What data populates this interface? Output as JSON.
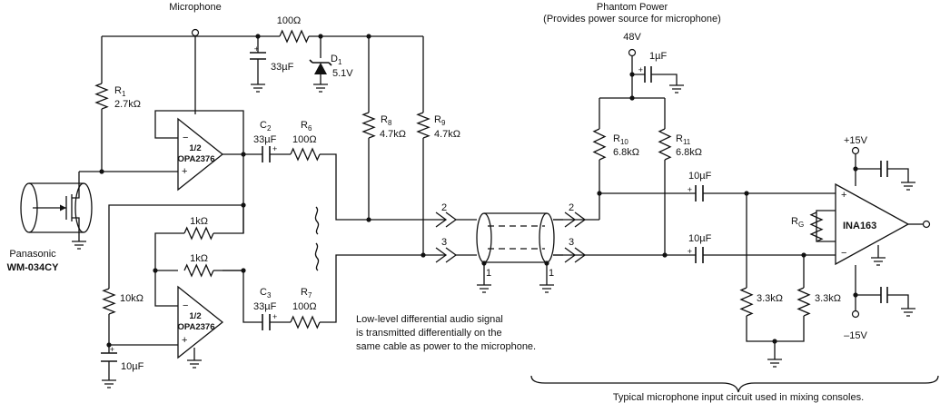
{
  "headers": {
    "microphone": "Microphone",
    "phantom_power": "Phantom Power",
    "phantom_power_sub": "(Provides power source for microphone)"
  },
  "mic": {
    "maker": "Panasonic",
    "model": "WM-034CY"
  },
  "supplies": {
    "phantom": "48V",
    "pos": "+15V",
    "neg": "–15V"
  },
  "components": {
    "r_top_value": "100Ω",
    "c_33_value": "33µF",
    "d1_ref": "D",
    "d1_sub": "1",
    "d1_value": "5.1V",
    "r1_ref": "R",
    "r1_sub": "1",
    "r1_value": "2.7kΩ",
    "c2_ref": "C",
    "c2_sub": "2",
    "c2_value": "33µF",
    "r6_ref": "R",
    "r6_sub": "6",
    "r6_value": "100Ω",
    "r8_ref": "R",
    "r8_sub": "8",
    "r8_value": "4.7kΩ",
    "r9_ref": "R",
    "r9_sub": "9",
    "r9_value": "4.7kΩ",
    "r_fb1_value": "1kΩ",
    "r_fb2_value": "1kΩ",
    "r_10k_value": "10kΩ",
    "c_10_value": "10µF",
    "c3_ref": "C",
    "c3_sub": "3",
    "c3_value": "33µF",
    "r7_ref": "R",
    "r7_sub": "7",
    "r7_value": "100Ω",
    "c_1u_value": "1µF",
    "r10_ref": "R",
    "r10_sub": "10",
    "r10_value": "6.8kΩ",
    "r11_ref": "R",
    "r11_sub": "11",
    "r11_value": "6.8kΩ",
    "c_10u_a_value": "10µF",
    "c_10u_b_value": "10µF",
    "rg_ref": "R",
    "rg_sub": "G",
    "r_33a_value": "3.3kΩ",
    "r_33b_value": "3.3kΩ"
  },
  "opamps": {
    "top_unit": "1/2",
    "top_part": "OPA2376",
    "bottom_unit": "1/2",
    "bottom_part": "OPA2376",
    "ina": "INA163",
    "minus": "−",
    "plus": "+"
  },
  "pins": {
    "out_a": "2",
    "out_b": "3",
    "in_a": "2",
    "in_b": "3",
    "shield_left": "1",
    "shield_right": "1"
  },
  "notes": {
    "diff_line1": "Low-level differential audio signal",
    "diff_line2": "is transmitted differentially on the",
    "diff_line3": "same cable as power to the microphone.",
    "console": "Typical microphone input circuit used in mixing consoles."
  }
}
